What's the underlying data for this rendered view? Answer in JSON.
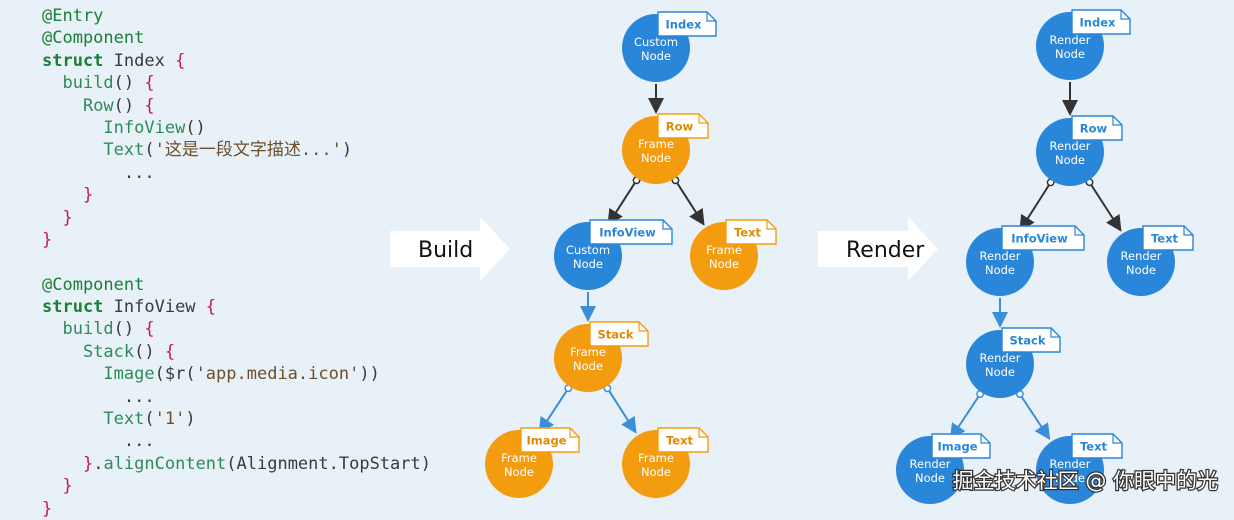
{
  "code": [
    [
      [
        "dec",
        "@Entry"
      ]
    ],
    [
      [
        "dec",
        "@Component"
      ]
    ],
    [
      [
        "kw",
        "struct"
      ],
      [
        "pl",
        " Index "
      ],
      [
        "br",
        "{"
      ]
    ],
    [
      [
        "pl",
        "  "
      ],
      [
        "fn",
        "build"
      ],
      [
        "pl",
        "() "
      ],
      [
        "br",
        "{"
      ]
    ],
    [
      [
        "pl",
        "    "
      ],
      [
        "fn",
        "Row"
      ],
      [
        "pl",
        "() "
      ],
      [
        "br",
        "{"
      ]
    ],
    [
      [
        "pl",
        "      "
      ],
      [
        "fn",
        "InfoView"
      ],
      [
        "pl",
        "()"
      ]
    ],
    [
      [
        "pl",
        "      "
      ],
      [
        "fn",
        "Text"
      ],
      [
        "pl",
        "("
      ],
      [
        "str",
        "'这是一段文字描述...'"
      ],
      [
        "pl",
        ")"
      ]
    ],
    [
      [
        "pl",
        "        ..."
      ]
    ],
    [
      [
        "pl",
        "    "
      ],
      [
        "br",
        "}"
      ]
    ],
    [
      [
        "pl",
        "  "
      ],
      [
        "br",
        "}"
      ]
    ],
    [
      [
        "br",
        "}"
      ]
    ],
    [
      [
        "pl",
        ""
      ]
    ],
    [
      [
        "dec",
        "@Component"
      ]
    ],
    [
      [
        "kw",
        "struct"
      ],
      [
        "pl",
        " InfoView "
      ],
      [
        "br",
        "{"
      ]
    ],
    [
      [
        "pl",
        "  "
      ],
      [
        "fn",
        "build"
      ],
      [
        "pl",
        "() "
      ],
      [
        "br",
        "{"
      ]
    ],
    [
      [
        "pl",
        "    "
      ],
      [
        "fn",
        "Stack"
      ],
      [
        "pl",
        "() "
      ],
      [
        "br",
        "{"
      ]
    ],
    [
      [
        "pl",
        "      "
      ],
      [
        "fn",
        "Image"
      ],
      [
        "pl",
        "($r("
      ],
      [
        "str",
        "'app.media.icon'"
      ],
      [
        "pl",
        "))"
      ]
    ],
    [
      [
        "pl",
        "        ..."
      ]
    ],
    [
      [
        "pl",
        "      "
      ],
      [
        "fn",
        "Text"
      ],
      [
        "pl",
        "("
      ],
      [
        "str",
        "'1'"
      ],
      [
        "pl",
        ")"
      ]
    ],
    [
      [
        "pl",
        "        ..."
      ]
    ],
    [
      [
        "pl",
        "    "
      ],
      [
        "br",
        "}"
      ],
      [
        "pl",
        "."
      ],
      [
        "fn",
        "alignContent"
      ],
      [
        "pl",
        "(Alignment.TopStart)"
      ]
    ],
    [
      [
        "pl",
        "  "
      ],
      [
        "br",
        "}"
      ]
    ],
    [
      [
        "br",
        "}"
      ]
    ]
  ],
  "arrows": [
    {
      "id": "build",
      "label": "Build"
    },
    {
      "id": "render",
      "label": "Render"
    }
  ],
  "colors": {
    "blue": "#2a86d8",
    "orange": "#f39c0f",
    "tag_blue_text": "#2a86d8",
    "tag_orange_text": "#e08a00",
    "line_dark": "#333333",
    "line_blue": "#3a8fd8"
  },
  "trees": [
    {
      "id": "build-tree",
      "nodes": [
        {
          "id": "b-index",
          "line1": "Custom",
          "line2": "Node",
          "color": "blue",
          "tag": "Index"
        },
        {
          "id": "b-row",
          "line1": "Frame",
          "line2": "Node",
          "color": "orange",
          "tag": "Row"
        },
        {
          "id": "b-infoview",
          "line1": "Custom",
          "line2": "Node",
          "color": "blue",
          "tag": "InfoView"
        },
        {
          "id": "b-text",
          "line1": "Frame",
          "line2": "Node",
          "color": "orange",
          "tag": "Text"
        },
        {
          "id": "b-stack",
          "line1": "Frame",
          "line2": "Node",
          "color": "orange",
          "tag": "Stack"
        },
        {
          "id": "b-image",
          "line1": "Frame",
          "line2": "Node",
          "color": "orange",
          "tag": "Image"
        },
        {
          "id": "b-text2",
          "line1": "Frame",
          "line2": "Node",
          "color": "orange",
          "tag": "Text"
        }
      ]
    },
    {
      "id": "render-tree",
      "nodes": [
        {
          "id": "r-index",
          "line1": "Render",
          "line2": "Node",
          "color": "blue",
          "tag": "Index"
        },
        {
          "id": "r-row",
          "line1": "Render",
          "line2": "Node",
          "color": "blue",
          "tag": "Row"
        },
        {
          "id": "r-infoview",
          "line1": "Render",
          "line2": "Node",
          "color": "blue",
          "tag": "InfoView"
        },
        {
          "id": "r-text",
          "line1": "Render",
          "line2": "Node",
          "color": "blue",
          "tag": "Text"
        },
        {
          "id": "r-stack",
          "line1": "Render",
          "line2": "Node",
          "color": "blue",
          "tag": "Stack"
        },
        {
          "id": "r-image",
          "line1": "Render",
          "line2": "Node",
          "color": "blue",
          "tag": "Image"
        },
        {
          "id": "r-text2",
          "line1": "Render",
          "line2": "Node",
          "color": "blue",
          "tag": "Text"
        }
      ]
    }
  ],
  "watermark": "掘金技术社区 @ 你眼中的光"
}
